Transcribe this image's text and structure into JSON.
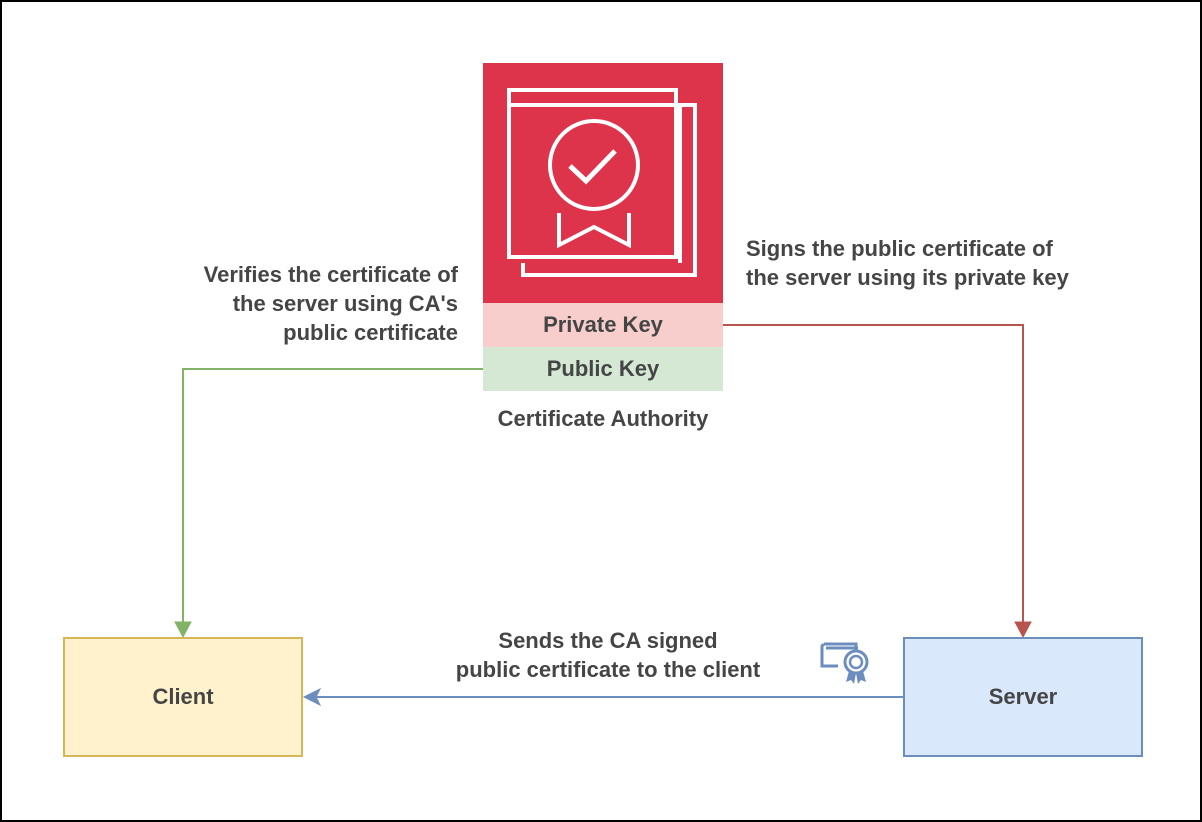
{
  "certificate_authority": {
    "icon": "certificate-icon",
    "icon_color": "#dd344c",
    "private_key_label": "Private Key",
    "private_key_color": "#f8cecc",
    "public_key_label": "Public Key",
    "public_key_color": "#d5e8d4",
    "name": "Certificate Authority"
  },
  "client": {
    "label": "Client",
    "fill": "#fff2cc",
    "stroke": "#d6b656"
  },
  "server": {
    "label": "Server",
    "fill": "#dae8fc",
    "stroke": "#6c8ebf",
    "badge_icon": "certificate-badge-icon"
  },
  "edges": {
    "verify": {
      "label": "Verifies the certificate of\nthe server using CA's\npublic certificate",
      "color": "#82b366"
    },
    "sign": {
      "label": "Signs the public certificate of\nthe server using its private key",
      "color": "#b85450"
    },
    "send": {
      "label": "Sends the CA signed\npublic certificate to the client",
      "color": "#6c8ebf"
    }
  }
}
